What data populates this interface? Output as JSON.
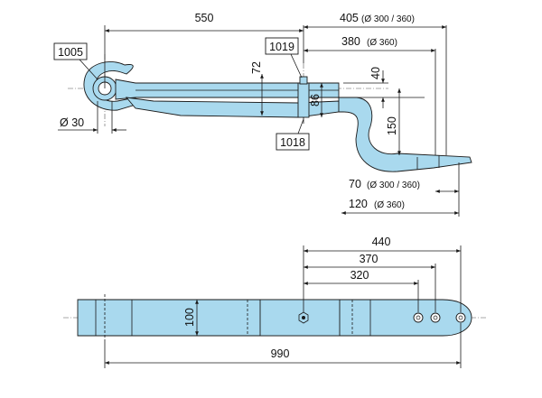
{
  "side_view": {
    "dims": {
      "d550": "550",
      "d405": "405",
      "d405_note": "(Ø 300 / 360)",
      "d380": "380",
      "d380_note": "(Ø 360)",
      "d72": "72",
      "d86": "86",
      "d40": "40",
      "d150": "150",
      "d70": "70",
      "d70_note": "(Ø 300 / 360)",
      "d120": "120",
      "d120_note": "(Ø 360)",
      "d30": "Ø 30"
    },
    "parts": {
      "p1005": "1005",
      "p1019": "1019",
      "p1018": "1018"
    }
  },
  "top_view": {
    "dims": {
      "d440": "440",
      "d370": "370",
      "d320": "320",
      "d100": "100",
      "d990": "990"
    }
  },
  "colors": {
    "spring_fill": "#a9d9ee",
    "outline": "#1a1a1a"
  }
}
